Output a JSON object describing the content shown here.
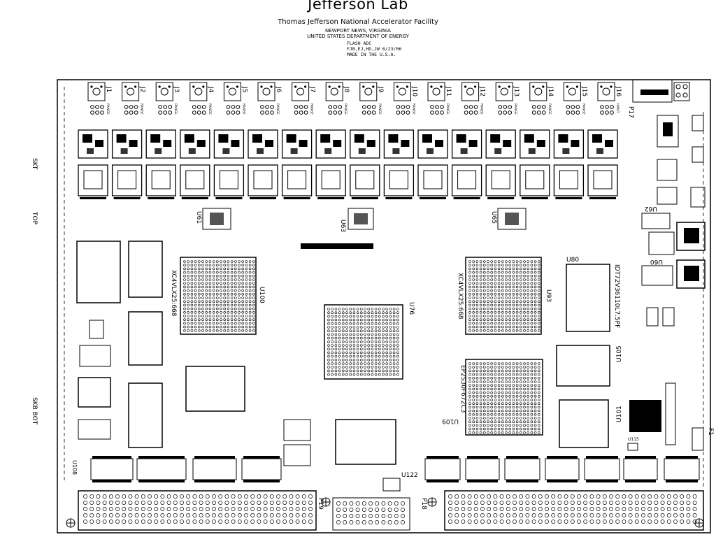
{
  "header": {
    "title": "Jefferson Lab",
    "subtitle": "Thomas Jefferson National Accelerator Facility",
    "location": "NEWPORT NEWS, VIRGINIA",
    "department": "UNITED STATES DEPARTMENT OF ENERGY",
    "board_name": "FLASH ADC",
    "authors_date": "FJB,EJ,HD,JW   6/23/06",
    "made_in": "MADE IN THE U.S.A."
  },
  "side_labels": {
    "skt": "SKT",
    "top": "TOP",
    "skb_bot": "SKB BOT"
  },
  "inputs": [
    "J1",
    "J2",
    "J3",
    "J4",
    "J5",
    "J6",
    "J7",
    "J8",
    "J9",
    "J10",
    "J11",
    "J12",
    "J13",
    "J14",
    "J15",
    "J16"
  ],
  "range_label": "RANGE",
  "input_label": "INPUT",
  "connectors": {
    "p17": "P17",
    "p18": "P18",
    "p19": "P19"
  },
  "chips": {
    "u61": "U61",
    "u63": "U63",
    "u65": "U65",
    "u62": "U62",
    "u60": "U60",
    "u80": "U80",
    "u100": "U100",
    "u100_part": "XC4VLX25:668",
    "u76": "U76",
    "u93": "U93",
    "u93_part": "XC4VLX25:668",
    "u80_part": "IDT72V36110L7.5PF",
    "u105": "U105",
    "u101": "U101",
    "u109": "U109",
    "u109_part": "EP2S30F672C3",
    "u115": "U115",
    "u122": "U122",
    "u108": "U108",
    "f1": "F1"
  }
}
